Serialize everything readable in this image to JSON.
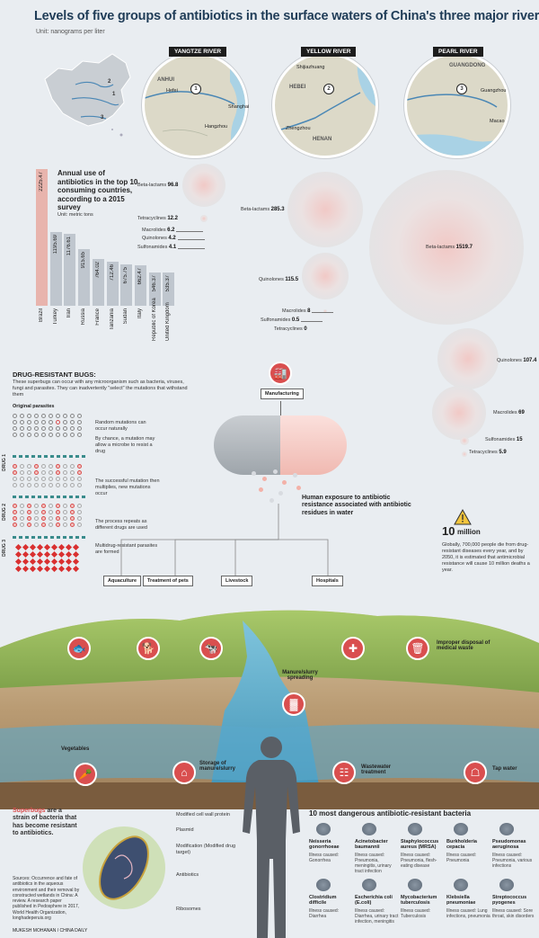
{
  "title": "Levels of five groups of antibiotics in the surface waters of China's three major rivers",
  "unit": "Unit: nanograms per liter",
  "maps": {
    "overview_markers": [
      "1",
      "2",
      "3"
    ],
    "yangtze": {
      "label": "YANGTZE RIVER",
      "marker": "1",
      "region": "ANHUI",
      "places": [
        "Hefei",
        "Shanghai",
        "Hangzhou"
      ]
    },
    "yellow": {
      "label": "YELLOW RIVER",
      "marker": "2",
      "regions": [
        "HEBEI",
        "HENAN"
      ],
      "places": [
        "Shijiazhuang",
        "Zhengzhou"
      ]
    },
    "pearl": {
      "label": "PEARL RIVER",
      "marker": "3",
      "region": "GUANGDONG",
      "places": [
        "Guangzhou",
        "Macao"
      ]
    }
  },
  "annual_use": {
    "heading": "Annual use of antibiotics in the top 10 consuming countries, according to a 2015 survey",
    "unit": "Unit: metric tons"
  },
  "chart_data": [
    {
      "type": "bar",
      "title": "Annual use of antibiotics in the top 10 consuming countries, according to a 2015 survey",
      "ylabel": "Unit: metric tons",
      "categories": [
        "Brazil",
        "Turkey",
        "Iran",
        "Russia",
        "France",
        "Tanzania",
        "Sudan",
        "Italy",
        "Republic of Korea",
        "United Kingdom"
      ],
      "values": [
        2225.47,
        1195.69,
        1176.61,
        915.65,
        764.02,
        712.46,
        675.75,
        662.47,
        546.37,
        535.37
      ],
      "value_labels": [
        "2225.47",
        "1195.69",
        "1176.61",
        "915.65",
        "764.02",
        "712.46",
        "675.75",
        "662.47",
        "546.37",
        "535.37"
      ]
    },
    {
      "type": "bubble",
      "river": "Yangtze River",
      "items": [
        {
          "name": "Beta-lactams",
          "value": 96.8
        },
        {
          "name": "Tetracyclines",
          "value": 12.2
        },
        {
          "name": "Macrolides",
          "value": 6.2
        },
        {
          "name": "Quinolones",
          "value": 4.2
        },
        {
          "name": "Sulfonamides",
          "value": 4.1
        }
      ]
    },
    {
      "type": "bubble",
      "river": "Yellow River",
      "items": [
        {
          "name": "Beta-lactams",
          "value": 285.3
        },
        {
          "name": "Quinolones",
          "value": 115.5
        },
        {
          "name": "Macrolides",
          "value": 8
        },
        {
          "name": "Sulfonamides",
          "value": 0.5
        },
        {
          "name": "Tetracyclines",
          "value": 0
        }
      ]
    },
    {
      "type": "bubble",
      "river": "Pearl River",
      "items": [
        {
          "name": "Beta-lactams",
          "value": 1519.7
        },
        {
          "name": "Quinolones",
          "value": 107.4
        },
        {
          "name": "Macrolides",
          "value": 69
        },
        {
          "name": "Sulfonamides",
          "value": 15
        },
        {
          "name": "Tetracyclines",
          "value": 5.9
        }
      ]
    }
  ],
  "yangtze_bubbles": [
    {
      "name": "Beta-lactams",
      "value": "96.8"
    },
    {
      "name": "Tetracyclines",
      "value": "12.2"
    },
    {
      "name": "Macrolides",
      "value": "6.2"
    },
    {
      "name": "Quinolones",
      "value": "4.2"
    },
    {
      "name": "Sulfonamides",
      "value": "4.1"
    }
  ],
  "yellow_bubbles": [
    {
      "name": "Beta-lactams",
      "value": "285.3"
    },
    {
      "name": "Quinolones",
      "value": "115.5"
    },
    {
      "name": "Macrolides",
      "value": "8"
    },
    {
      "name": "Sulfonamides",
      "value": "0.5"
    },
    {
      "name": "Tetracyclines",
      "value": "0"
    }
  ],
  "pearl_bubbles": [
    {
      "name": "Beta-lactams",
      "value": "1519.7"
    },
    {
      "name": "Quinolones",
      "value": "107.4"
    },
    {
      "name": "Macrolides",
      "value": "69"
    },
    {
      "name": "Sulfonamides",
      "value": "15"
    },
    {
      "name": "Tetracyclines",
      "value": "5.9"
    }
  ],
  "drug_resistant": {
    "heading": "DRUG-RESISTANT BUGS:",
    "intro": "These superbugs can occur with any microorganism such as bacteria, viruses, fungi and parasites. They can inadvertently \"select\" the mutations that withstand them",
    "original": "Original parasites",
    "steps": [
      "Random mutations can occur naturally",
      "By chance, a mutation may allow a microbe to resist a drug",
      "The successful mutation then multiplies, new mutations occur",
      "The process repeats as different drugs are used",
      "Multidrug-resistant parasites are formed"
    ],
    "drug_labels": [
      "DRUG 1",
      "DRUG 2",
      "DRUG 3"
    ]
  },
  "manufacturing": "Manufacturing",
  "exposure": "Human exposure to antibiotic resistance associated with antibiotic residues in water",
  "ten_million": {
    "big": "10",
    "word": "million",
    "text": "Globally, 700,000 people die from drug-resistant diseases every year, and by 2050, it is estimated that antimicrobial resistance will cause 10 million deaths a year."
  },
  "sources_top": [
    "Aquaculture",
    "Treatment of pets",
    "Livestock",
    "Hospitals"
  ],
  "landscape_labels": {
    "vegetables": "Vegetables",
    "storage": "Storage of manure/slurry",
    "manure": "Manure/slurry spreading",
    "wastewater": "Wastewater treatment",
    "disposal": "Improper disposal of medical waste",
    "tap": "Tap water"
  },
  "superbug": {
    "highlight": "Superbugs",
    "text": " are a strain of bacteria that has become resistant to antibiotics.",
    "parts": [
      "Modified cell wall protein",
      "Plasmid",
      "Modification (Modified drug target)",
      "Antibiotics",
      "Ribosomes"
    ]
  },
  "sources_text": "Sources: Occurrence and fate of antibiotics in the aqueous environment and their removal by constructed wetlands in China: A review. A research paper published in Pedosphere in 2017, World Health Organization, longhadeperuis.org",
  "credit": "MUKESH MOHANAN / CHINA DAILY",
  "bacteria": {
    "heading": "10 most dangerous antibiotic-resistant bacteria",
    "items": [
      {
        "name": "Neisseria gonorrhoeae",
        "ill": "Illness caused: Gonorrhea"
      },
      {
        "name": "Acinetobacter baumannii",
        "ill": "Illness caused: Pneumonia, meningitis, urinary tract infection"
      },
      {
        "name": "Staphylococcus aureus (MRSA)",
        "ill": "Illness caused: Pneumonia, flesh-eating disease"
      },
      {
        "name": "Burkholderia cepacia",
        "ill": "Illness caused: Pneumonia"
      },
      {
        "name": "Pseudomonas aeruginosa",
        "ill": "Illness caused: Pneumonia, various infections"
      },
      {
        "name": "Clostridium difficile",
        "ill": "Illness caused: Diarrhea"
      },
      {
        "name": "Escherichia coli (E.coli)",
        "ill": "Illness caused: Diarrhea, urinary tract infection, meningitis"
      },
      {
        "name": "Mycobacterium tuberculosis",
        "ill": "Illness caused: Tuberculosis"
      },
      {
        "name": "Klebsiella pneumoniae",
        "ill": "Illness caused: Lung infections, pneumonia"
      },
      {
        "name": "Streptococcus pyogenes",
        "ill": "Illness caused: Sore throat, skin disorders"
      }
    ]
  },
  "colors": {
    "title": "#1f3c57",
    "accent_red": "#d94f4f",
    "bar": "#bfc6ce",
    "water": "#4aa3c9"
  }
}
